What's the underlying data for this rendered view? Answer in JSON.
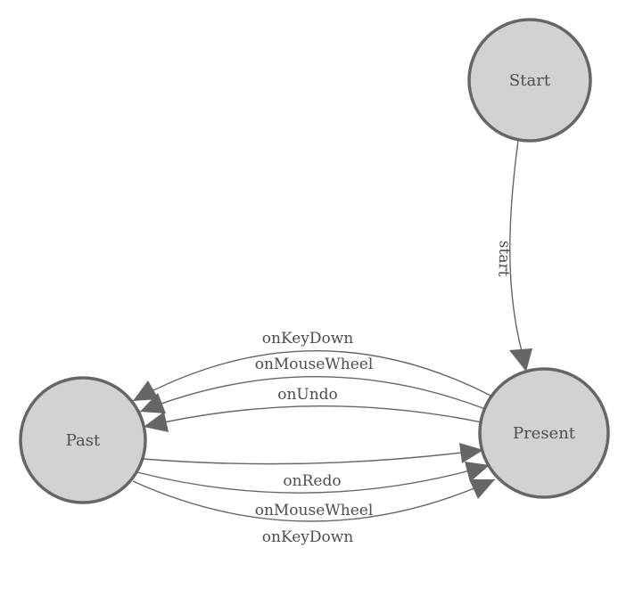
{
  "diagram": {
    "type": "state-machine",
    "colors": {
      "background": "#ffffff",
      "node_fill": "#d2d2d2",
      "node_stroke": "#666666",
      "edge_stroke": "#666666",
      "arrow_fill": "#666666",
      "text": "#4d4d4d"
    },
    "nodes": [
      {
        "id": "start",
        "label": "Start"
      },
      {
        "id": "past",
        "label": "Past"
      },
      {
        "id": "present",
        "label": "Present"
      }
    ],
    "edges": [
      {
        "from": "Start",
        "to": "Present",
        "label": "start"
      },
      {
        "from": "Present",
        "to": "Past",
        "label": "onKeyDown"
      },
      {
        "from": "Present",
        "to": "Past",
        "label": "onMouseWheel"
      },
      {
        "from": "Present",
        "to": "Past",
        "label": "onUndo"
      },
      {
        "from": "Past",
        "to": "Present",
        "label": "onRedo"
      },
      {
        "from": "Past",
        "to": "Present",
        "label": "onMouseWheel"
      },
      {
        "from": "Past",
        "to": "Present",
        "label": "onKeyDown"
      }
    ]
  }
}
